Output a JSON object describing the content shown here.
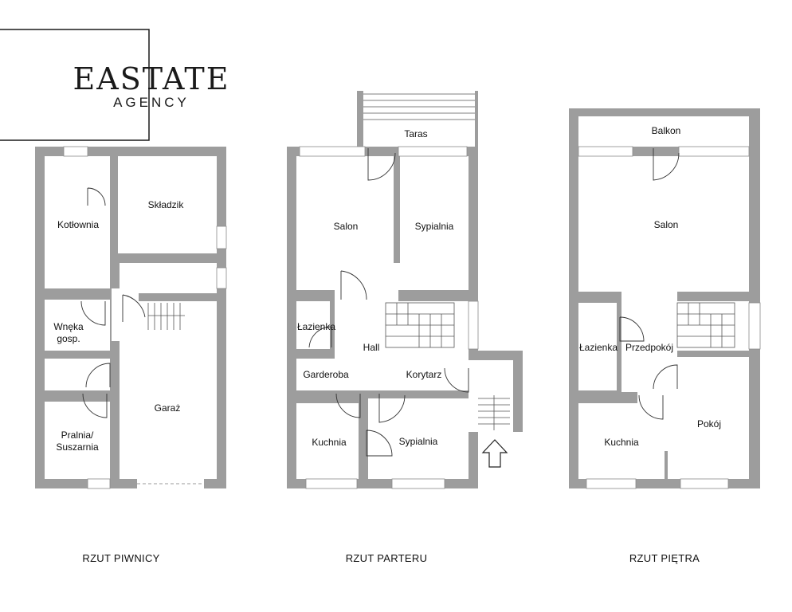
{
  "logo": {
    "line1": "EASTATE",
    "line2": "AGENCY"
  },
  "plans": [
    {
      "caption": "RZUT PIWNICY",
      "rooms": [
        "Kotłownia",
        "Składzik",
        "Wnęka",
        "gosp.",
        "Garaż",
        "Pralnia/",
        "Suszarnia"
      ]
    },
    {
      "caption": "RZUT PARTERU",
      "rooms": [
        "Taras",
        "Salon",
        "Sypialnia",
        "Łazienka",
        "Hall",
        "Garderoba",
        "Korytarz",
        "Kuchnia",
        "Sypialnia"
      ]
    },
    {
      "caption": "RZUT PIĘTRA",
      "rooms": [
        "Balkon",
        "Salon",
        "Łazienka",
        "Przedpokój",
        "Kuchnia",
        "Pokój"
      ]
    }
  ],
  "colors": {
    "wall": "#9d9d9d",
    "background": "#ffffff"
  },
  "icons": [
    "entrance-arrow-icon"
  ]
}
